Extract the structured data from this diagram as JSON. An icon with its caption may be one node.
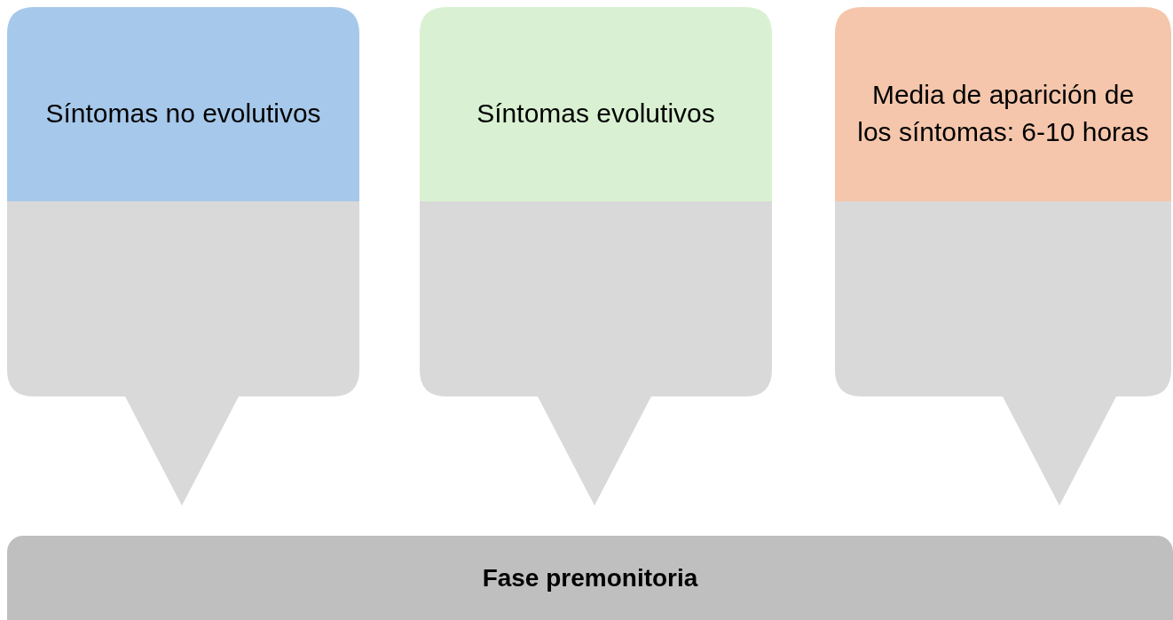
{
  "diagram": {
    "nodes": [
      {
        "text": [
          "Síntomas no evolutivos"
        ]
      },
      {
        "text": [
          "Síntomas evolutivos"
        ]
      },
      {
        "text": [
          "Media de aparición de los síntomas: 6-10 horas"
        ]
      },
      {
        "text": [
          "Fase premonitoria"
        ]
      }
    ]
  }
}
